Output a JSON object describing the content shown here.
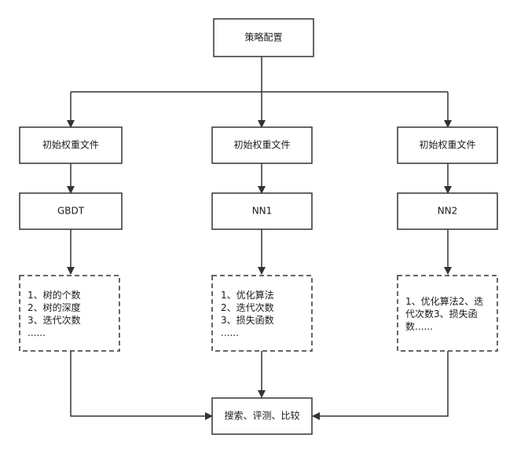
{
  "root": {
    "label": "策略配置"
  },
  "branches": [
    {
      "weight_file": "初始权重文件",
      "model": "GBDT",
      "params": [
        "1、树的个数",
        "2、树的深度",
        "3、迭代次数",
        "......"
      ]
    },
    {
      "weight_file": "初始权重文件",
      "model": "NN1",
      "params": [
        "1、优化算法",
        "2、迭代次数",
        "3、损失函数",
        "......"
      ]
    },
    {
      "weight_file": "初始权重文件",
      "model": "NN2",
      "params": [
        "1、优化算法2、迭",
        "代次数3、损失函",
        "数......"
      ]
    }
  ],
  "result": {
    "label": "搜索、评测、比较"
  },
  "colors": {
    "stroke": "#333333",
    "box_fill": "#ffffff",
    "text": "#1a1a1a"
  }
}
